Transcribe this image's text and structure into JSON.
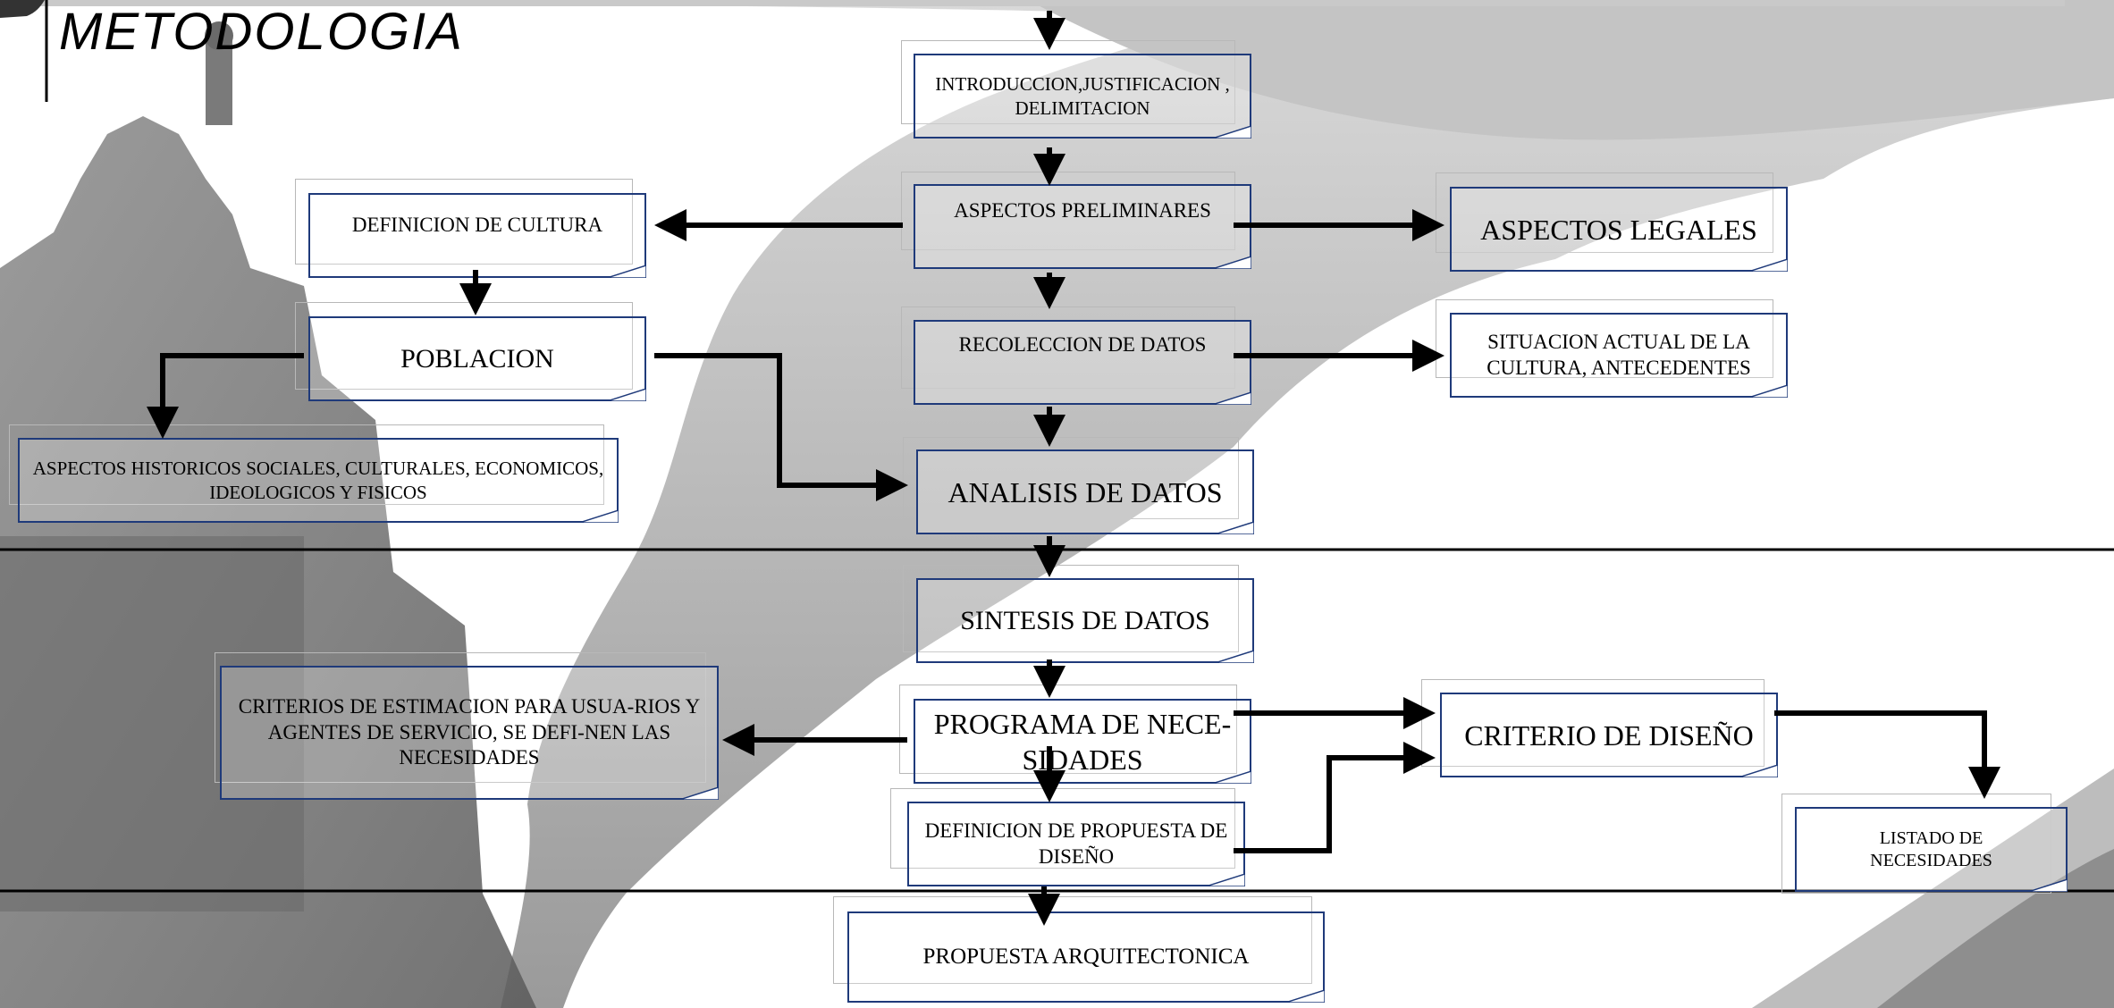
{
  "title": "METODOLOGIA",
  "colors": {
    "box_border": "#1f3a7a",
    "arrow": "#000000",
    "background_gray": "#c9c9c9"
  },
  "nodes": {
    "introduccion": "INTRODUCCION,JUSTIFICACION , DELIMITACION",
    "aspectos_preliminares": "ASPECTOS PRELIMINARES",
    "aspectos_legales": "ASPECTOS LEGALES",
    "definicion_cultura": "DEFINICION DE CULTURA",
    "poblacion": "POBLACION",
    "recoleccion_datos": "RECOLECCION DE DATOS",
    "situacion_actual": "SITUACION ACTUAL DE LA CULTURA, ANTECEDENTES",
    "aspectos_historicos": "ASPECTOS HISTORICOS SOCIALES, CULTURALES, ECONOMICOS, IDEOLOGICOS Y FISICOS",
    "analisis_datos": "ANALISIS DE DATOS",
    "sintesis_datos": "SINTESIS DE DATOS",
    "criterios_estimacion": "CRITERIOS DE ESTIMACION PARA USUA-RIOS Y AGENTES DE SERVICIO, SE DEFI-NEN LAS NECESIDADES",
    "programa_necesidades": "PROGRAMA DE NECE-SIDADES",
    "criterio_diseno": "CRITERIO DE DISEÑO",
    "definicion_propuesta": "DEFINICION DE PROPUESTA DE DISEÑO",
    "listado_necesidades": "LISTADO DE NECESIDADES",
    "propuesta_arquitectonica": "PROPUESTA ARQUITECTONICA"
  }
}
